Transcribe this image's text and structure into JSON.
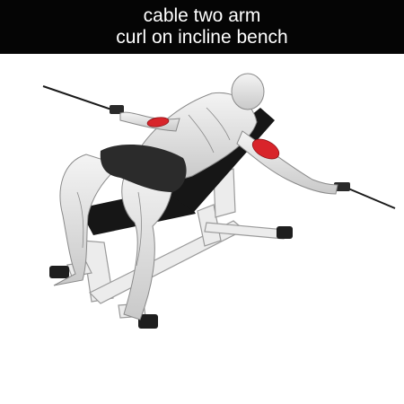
{
  "title": {
    "line1": "cable two arm",
    "line2": "curl on incline bench"
  },
  "illustration": {
    "subject": "man lying on incline bench performing cable curl",
    "highlighted_muscle": "biceps",
    "colors": {
      "highlight": "#d8242a",
      "skin": "#e9e9e9",
      "shorts": "#2b2b2b",
      "bench_pad": "#161616",
      "frame": "#ececec",
      "cable": "#1a1a1a"
    }
  }
}
